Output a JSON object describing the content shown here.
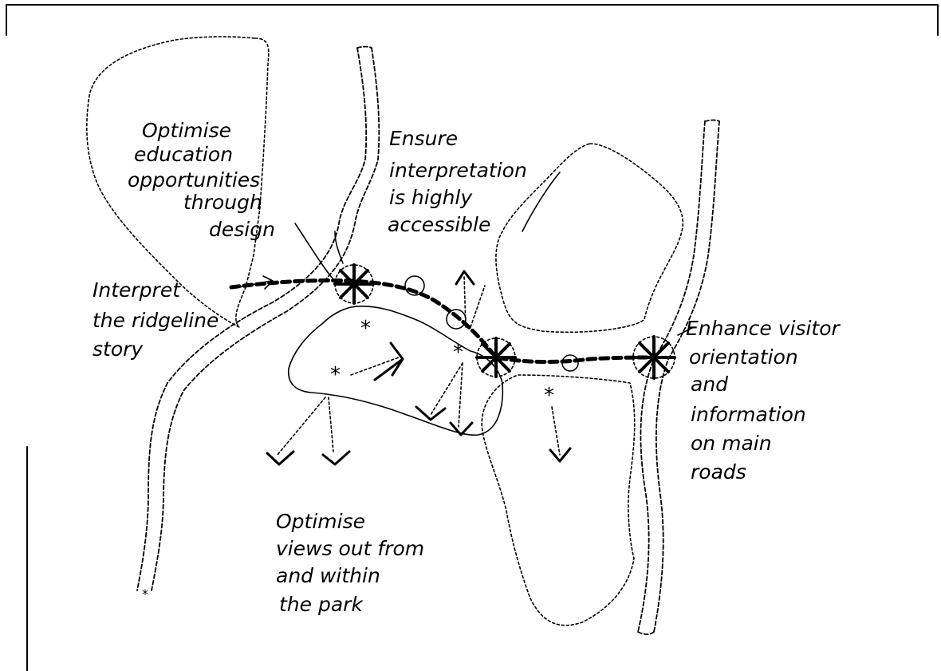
{
  "annotations": {
    "education": [
      "Optimise",
      "education",
      "opportunities",
      "through",
      "design"
    ],
    "interpretation": [
      "Ensure",
      "interpretation",
      "is highly",
      "accessible"
    ],
    "ridgeline": [
      "Interpret",
      "the ridgeline",
      "story"
    ],
    "visitor": [
      "Enhance visitor",
      "orientation",
      "and",
      "information",
      "on main",
      "roads"
    ],
    "views": [
      "Optimise",
      "views out from",
      "and within",
      "the park"
    ]
  },
  "colors": {
    "ink": "#000000",
    "paper": "#ffffff"
  }
}
